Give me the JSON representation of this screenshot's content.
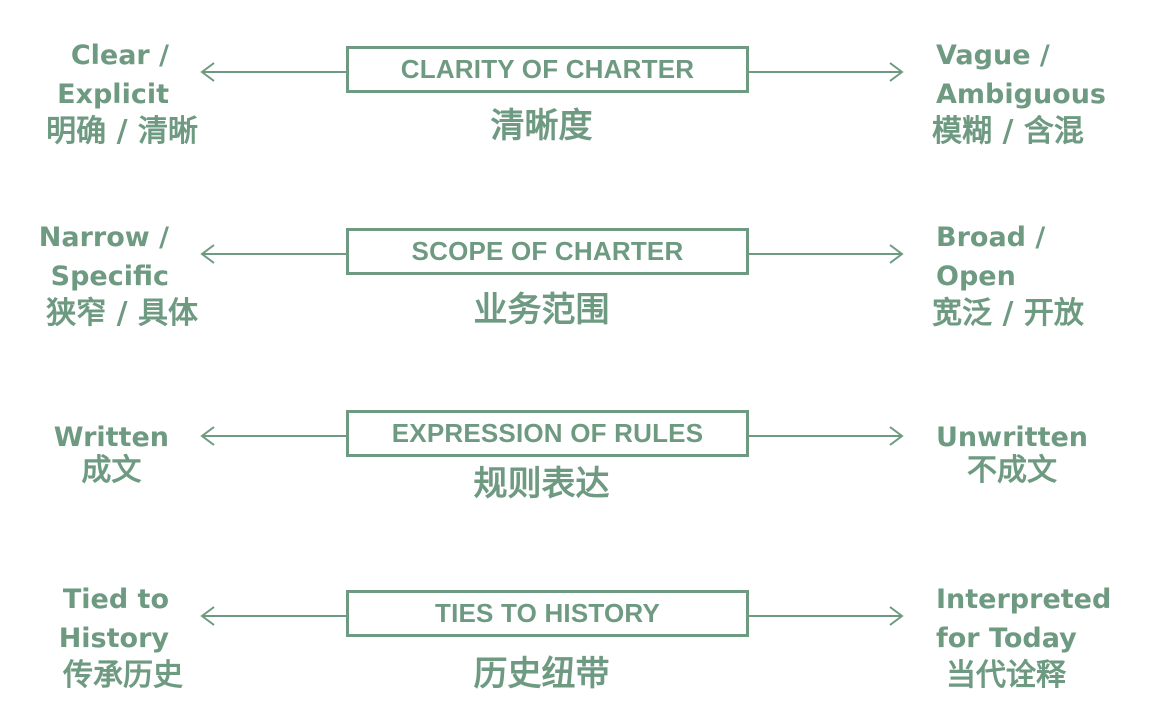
{
  "colors": {
    "accent": "#6f9a82"
  },
  "rows": [
    {
      "center_en": "CLARITY OF CHARTER",
      "center_cn": "清晰度",
      "left_en_1": "Clear /",
      "left_en_2": "Explicit",
      "left_cn": "明确 / 清晰",
      "right_en_1": "Vague /",
      "right_en_2": "Ambiguous",
      "right_cn": "模糊 / 含混"
    },
    {
      "center_en": "SCOPE OF CHARTER",
      "center_cn": "业务范围",
      "left_en_1": "Narrow /",
      "left_en_2": "Specific",
      "left_cn": "狭窄 / 具体",
      "right_en_1": "Broad /",
      "right_en_2": "Open",
      "right_cn": "宽泛 / 开放"
    },
    {
      "center_en": "EXPRESSION OF RULES",
      "center_cn": "规则表达",
      "left_en_1": "Written",
      "left_cn": "成文",
      "right_en_1": "Unwritten",
      "right_cn": "不成文"
    },
    {
      "center_en": "TIES TO HISTORY",
      "center_cn": "历史纽带",
      "left_en_1": "Tied to",
      "left_en_2": "History",
      "left_cn": "传承历史",
      "right_en_1": "Interpreted",
      "right_en_2": "for Today",
      "right_cn": "当代诠释"
    }
  ]
}
